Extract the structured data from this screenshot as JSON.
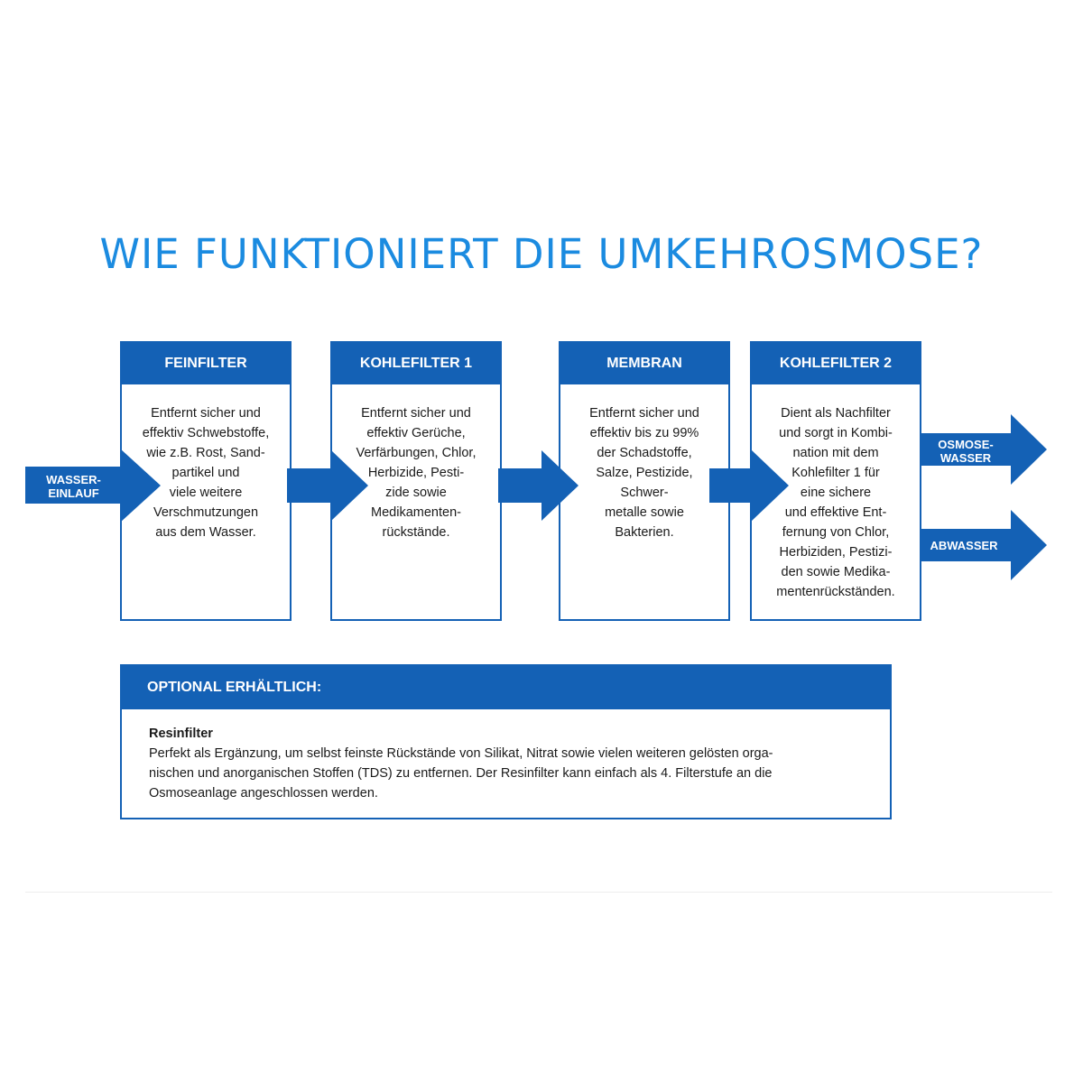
{
  "title": "WIE FUNKTIONIERT DIE UMKEHROSMOSE?",
  "colors": {
    "title": "#1b8be0",
    "primary": "#1461b5",
    "text": "#1a1a1a",
    "background": "#ffffff"
  },
  "input_label": "WASSER-\nEINLAUF",
  "filters": [
    {
      "name": "FEINFILTER",
      "text": "Entfernt sicher und\neffektiv Schwebstoffe,\nwie z.B.  Rost, Sand-\npartikel und\nviele weitere\nVerschmutzungen\naus dem Wasser."
    },
    {
      "name": "KOHLEFILTER 1",
      "text": "Entfernt sicher und\neffektiv Gerüche,\nVerfärbungen, Chlor,\nHerbizide, Pesti-\nzide sowie\nMedikamenten-\nrückstände."
    },
    {
      "name": "MEMBRAN",
      "text": "Entfernt sicher und\neffektiv bis zu 99%\nder Schadstoffe,\nSalze, Pestizide,\nSchwer-\nmetalle sowie\nBakterien."
    },
    {
      "name": "KOHLEFILTER 2",
      "text": "Dient als Nachfilter\nund sorgt in Kombi-\nnation mit dem\nKohlefilter 1 für\neine sichere\nund effektive Ent-\nfernung von Chlor,\nHerbiziden, Pestizi-\nden sowie Medika-\nmentenrückständen."
    }
  ],
  "outputs": [
    {
      "label": "OSMOSE-\nWASSER"
    },
    {
      "label": "ABWASSER"
    }
  ],
  "optional": {
    "heading": "OPTIONAL ERHÄLTLICH:",
    "name": "Resinfilter",
    "text": "Perfekt als Ergänzung, um selbst feinste Rückstände von Silikat, Nitrat sowie vielen weiteren gelösten orga-\nnischen und anorganischen Stoffen (TDS) zu entfernen. Der Resinfilter kann einfach als 4. Filterstufe an die\nOsmoseanlage angeschlossen werden."
  }
}
